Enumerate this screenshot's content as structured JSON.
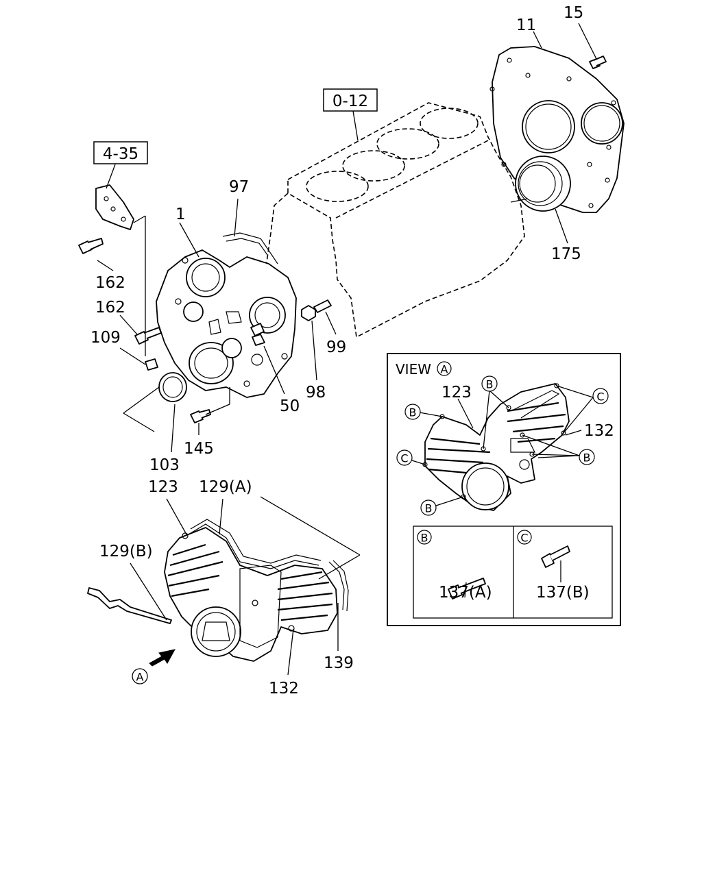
{
  "diagram": {
    "ref_boxes": [
      "0-12",
      "4-35"
    ],
    "part_labels": {
      "p1": "1",
      "p11": "11",
      "p15": "15",
      "p50": "50",
      "p97": "97",
      "p98": "98",
      "p99": "99",
      "p103": "103",
      "p109": "109",
      "p123": "123",
      "p129a": "129(A)",
      "p129b": "129(B)",
      "p132": "132",
      "p139": "139",
      "p145": "145",
      "p162a": "162",
      "p162b": "162",
      "p175": "175"
    },
    "view_a": {
      "title": "VIEW",
      "title_circle": "A",
      "label_123": "123",
      "label_132": "132",
      "marker_b": "B",
      "marker_c": "C",
      "legend_b_circle": "B",
      "legend_b_part": "137(A)",
      "legend_c_circle": "C",
      "legend_c_part": "137(B)"
    },
    "arrow_marker": "A"
  }
}
